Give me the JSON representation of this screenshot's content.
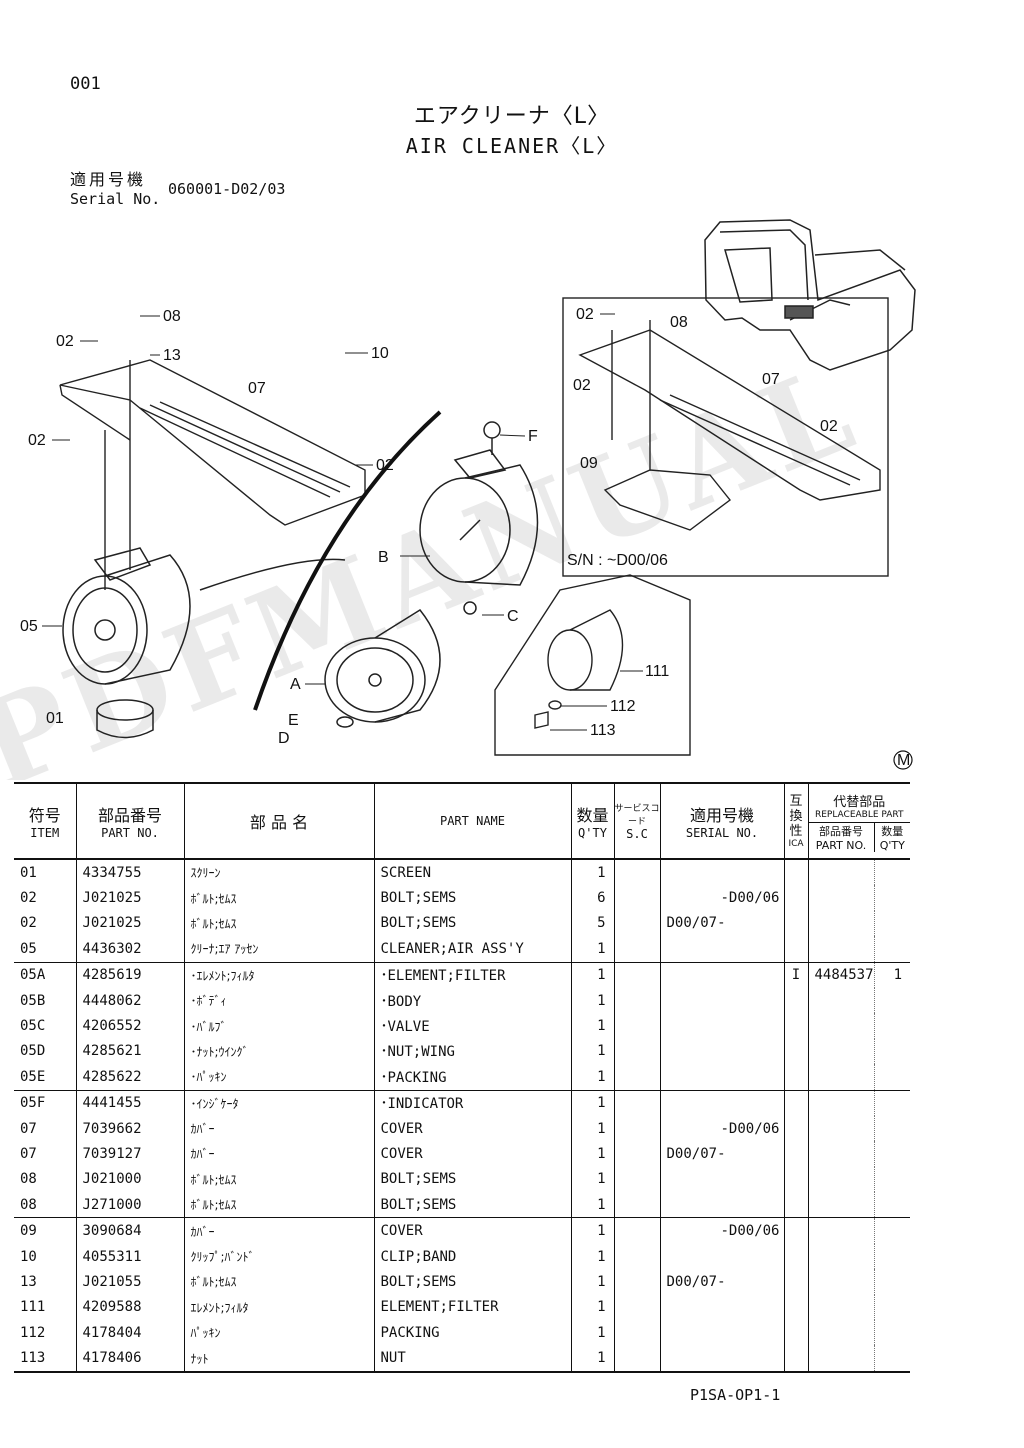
{
  "page_number": "001",
  "title_jp": "エアクリーナ〈L〉",
  "title_en": "AIR CLEANER〈L〉",
  "serial": {
    "label_jp": "適用号機",
    "label_en": "Serial No.",
    "value": "060001-D02/03"
  },
  "diagram": {
    "callouts": [
      "08",
      "02",
      "13",
      "10",
      "07",
      "02",
      "02",
      "F",
      "B",
      "C",
      "05",
      "A",
      "E",
      "D",
      "01",
      "02",
      "08",
      "02",
      "07",
      "02",
      "09",
      "111",
      "112",
      "113",
      "M"
    ],
    "inset_serial": "S/N : ~D00/06",
    "watermark": "PDFMANUAL"
  },
  "table": {
    "headers": {
      "item_jp": "符号",
      "item_en": "ITEM",
      "partno_jp": "部品番号",
      "partno_en": "PART NO.",
      "name_jp": "部 品 名",
      "partname_en": "PART NAME",
      "qty_jp": "数量",
      "qty_en": "Q'TY",
      "sc_jp": "サービスコード",
      "sc_en": "S.C",
      "serial_jp": "適用号機",
      "serial_en": "SERIAL NO.",
      "ica_jp": "互換性",
      "ica_en": "ICA",
      "repl_jp": "代替部品",
      "repl_en": "REPLACEABLE PART",
      "repl_partno_jp": "部品番号",
      "repl_partno_en": "PART NO.",
      "repl_qty_jp": "数量",
      "repl_qty_en": "Q'TY"
    },
    "rows": [
      {
        "item": "01",
        "part_no": "4334755",
        "name_jp": "ｽｸﾘｰﾝ",
        "part_name": "SCREEN",
        "qty": "1",
        "sc": "",
        "serial": "",
        "serial_align": "",
        "ica": "",
        "repl_part": "",
        "repl_qty": ""
      },
      {
        "item": "02",
        "part_no": "J021025",
        "name_jp": "ﾎﾞﾙﾄ;ｾﾑｽ",
        "part_name": "BOLT;SEMS",
        "qty": "6",
        "sc": "",
        "serial": "-D00/06",
        "serial_align": "right",
        "ica": "",
        "repl_part": "",
        "repl_qty": ""
      },
      {
        "item": "02",
        "part_no": "J021025",
        "name_jp": "ﾎﾞﾙﾄ;ｾﾑｽ",
        "part_name": "BOLT;SEMS",
        "qty": "5",
        "sc": "",
        "serial": "D00/07-",
        "serial_align": "left",
        "ica": "",
        "repl_part": "",
        "repl_qty": ""
      },
      {
        "item": "05",
        "part_no": "4436302",
        "name_jp": "ｸﾘｰﾅ;ｴｱ ｱｯｾﾝ",
        "part_name": "CLEANER;AIR ASS'Y",
        "qty": "1",
        "sc": "",
        "serial": "",
        "serial_align": "",
        "ica": "",
        "repl_part": "",
        "repl_qty": ""
      },
      {
        "item": "05A",
        "part_no": "4285619",
        "name_jp": "･ｴﾚﾒﾝﾄ;ﾌｨﾙﾀ",
        "part_name": "･ELEMENT;FILTER",
        "qty": "1",
        "sc": "",
        "serial": "",
        "serial_align": "",
        "ica": "I",
        "repl_part": "4484537",
        "repl_qty": "1"
      },
      {
        "item": "05B",
        "part_no": "4448062",
        "name_jp": "･ﾎﾞﾃﾞｨ",
        "part_name": "･BODY",
        "qty": "1",
        "sc": "",
        "serial": "",
        "serial_align": "",
        "ica": "",
        "repl_part": "",
        "repl_qty": ""
      },
      {
        "item": "05C",
        "part_no": "4206552",
        "name_jp": "･ﾊﾞﾙﾌﾞ",
        "part_name": "･VALVE",
        "qty": "1",
        "sc": "",
        "serial": "",
        "serial_align": "",
        "ica": "",
        "repl_part": "",
        "repl_qty": ""
      },
      {
        "item": "05D",
        "part_no": "4285621",
        "name_jp": "･ﾅｯﾄ;ｳｲﾝｸﾞ",
        "part_name": "･NUT;WING",
        "qty": "1",
        "sc": "",
        "serial": "",
        "serial_align": "",
        "ica": "",
        "repl_part": "",
        "repl_qty": ""
      },
      {
        "item": "05E",
        "part_no": "4285622",
        "name_jp": "･ﾊﾟｯｷﾝ",
        "part_name": "･PACKING",
        "qty": "1",
        "sc": "",
        "serial": "",
        "serial_align": "",
        "ica": "",
        "repl_part": "",
        "repl_qty": ""
      },
      {
        "item": "05F",
        "part_no": "4441455",
        "name_jp": "･ｲﾝｼﾞｹｰﾀ",
        "part_name": "･INDICATOR",
        "qty": "1",
        "sc": "",
        "serial": "",
        "serial_align": "",
        "ica": "",
        "repl_part": "",
        "repl_qty": ""
      },
      {
        "item": "07",
        "part_no": "7039662",
        "name_jp": "ｶﾊﾞｰ",
        "part_name": "COVER",
        "qty": "1",
        "sc": "",
        "serial": "-D00/06",
        "serial_align": "right",
        "ica": "",
        "repl_part": "",
        "repl_qty": ""
      },
      {
        "item": "07",
        "part_no": "7039127",
        "name_jp": "ｶﾊﾞｰ",
        "part_name": "COVER",
        "qty": "1",
        "sc": "",
        "serial": "D00/07-",
        "serial_align": "left",
        "ica": "",
        "repl_part": "",
        "repl_qty": ""
      },
      {
        "item": "08",
        "part_no": "J021000",
        "name_jp": "ﾎﾞﾙﾄ;ｾﾑｽ",
        "part_name": "BOLT;SEMS",
        "qty": "1",
        "sc": "",
        "serial": "",
        "serial_align": "",
        "ica": "",
        "repl_part": "",
        "repl_qty": ""
      },
      {
        "item": "08",
        "part_no": "J271000",
        "name_jp": "ﾎﾞﾙﾄ;ｾﾑｽ",
        "part_name": "BOLT;SEMS",
        "qty": "1",
        "sc": "",
        "serial": "",
        "serial_align": "",
        "ica": "",
        "repl_part": "",
        "repl_qty": ""
      },
      {
        "item": "09",
        "part_no": "3090684",
        "name_jp": "ｶﾊﾞｰ",
        "part_name": "COVER",
        "qty": "1",
        "sc": "",
        "serial": "-D00/06",
        "serial_align": "right",
        "ica": "",
        "repl_part": "",
        "repl_qty": ""
      },
      {
        "item": "10",
        "part_no": "4055311",
        "name_jp": "ｸﾘｯﾌﾟ;ﾊﾞﾝﾄﾞ",
        "part_name": "CLIP;BAND",
        "qty": "1",
        "sc": "",
        "serial": "",
        "serial_align": "",
        "ica": "",
        "repl_part": "",
        "repl_qty": ""
      },
      {
        "item": "13",
        "part_no": "J021055",
        "name_jp": "ﾎﾞﾙﾄ;ｾﾑｽ",
        "part_name": "BOLT;SEMS",
        "qty": "1",
        "sc": "",
        "serial": "D00/07-",
        "serial_align": "left",
        "ica": "",
        "repl_part": "",
        "repl_qty": ""
      },
      {
        "item": "111",
        "part_no": "4209588",
        "name_jp": "ｴﾚﾒﾝﾄ;ﾌｨﾙﾀ",
        "part_name": "ELEMENT;FILTER",
        "qty": "1",
        "sc": "",
        "serial": "",
        "serial_align": "",
        "ica": "",
        "repl_part": "",
        "repl_qty": ""
      },
      {
        "item": "112",
        "part_no": "4178404",
        "name_jp": "ﾊﾟｯｷﾝ",
        "part_name": "PACKING",
        "qty": "1",
        "sc": "",
        "serial": "",
        "serial_align": "",
        "ica": "",
        "repl_part": "",
        "repl_qty": ""
      },
      {
        "item": "113",
        "part_no": "4178406",
        "name_jp": "ﾅｯﾄ",
        "part_name": "NUT",
        "qty": "1",
        "sc": "",
        "serial": "",
        "serial_align": "",
        "ica": "",
        "repl_part": "",
        "repl_qty": ""
      }
    ]
  },
  "footer_code": "P1SA-OP1-1"
}
